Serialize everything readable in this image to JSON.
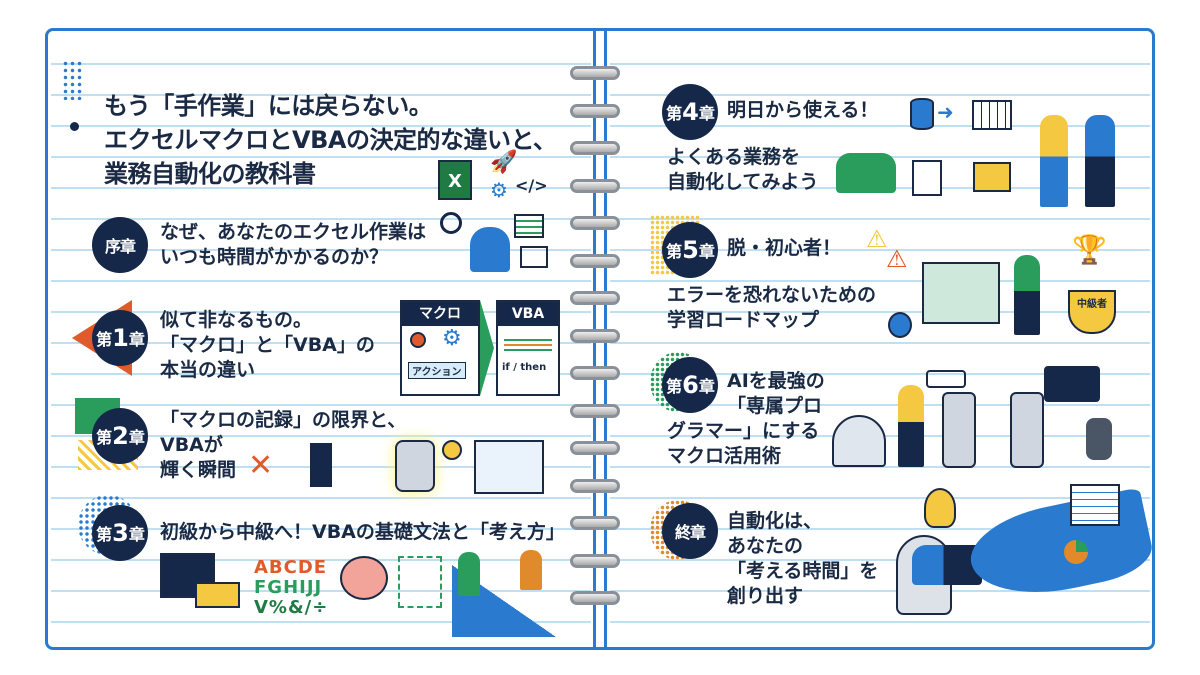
{
  "title": {
    "line1": "もう「手作業」には戻らない。",
    "line2": "エクセルマクロとVBAの決定的な違いと、",
    "line3": "業務自動化の教科書"
  },
  "title_icons": {
    "excel_letter": "X",
    "code_tag": "</>"
  },
  "chapters": [
    {
      "badge_pre": "序章",
      "badge_num": "",
      "badge_post": "",
      "lines": [
        "なぜ、あなたのエクセル作業は",
        "いつも時間がかかるのか？"
      ]
    },
    {
      "badge_pre": "第",
      "badge_num": "1",
      "badge_post": "章",
      "lines": [
        "似て非なるもの。",
        "「マクロ」と「VBA」の",
        "本当の違い"
      ]
    },
    {
      "badge_pre": "第",
      "badge_num": "2",
      "badge_post": "章",
      "lines": [
        "「マクロの記録」の限界と、",
        "VBAが",
        "輝く瞬間"
      ]
    },
    {
      "badge_pre": "第",
      "badge_num": "3",
      "badge_post": "章",
      "lines": [
        "初級から中級へ！VBAの基礎文法と「考え方」"
      ]
    },
    {
      "badge_pre": "第",
      "badge_num": "4",
      "badge_post": "章",
      "lines": [
        "明日から使える！",
        "よくある業務を",
        "自動化してみよう"
      ]
    },
    {
      "badge_pre": "第",
      "badge_num": "5",
      "badge_post": "章",
      "lines": [
        "脱・初心者！",
        "エラーを恐れないための",
        "学習ロードマップ"
      ]
    },
    {
      "badge_pre": "第",
      "badge_num": "6",
      "badge_post": "章",
      "lines": [
        "AIを最強の",
        "「専属プロ",
        "グラマー」にする",
        "マクロ活用術"
      ]
    },
    {
      "badge_pre": "終章",
      "badge_num": "",
      "badge_post": "",
      "lines": [
        "自動化は、",
        "あなたの",
        "「考える時間」を",
        "創り出す"
      ]
    }
  ],
  "illustrations": {
    "macro_box_title": "マクロ",
    "macro_action_label": "アクション",
    "vba_box_title": "VBA",
    "vba_code": "if / then",
    "letters": [
      "ABCDE",
      "FGHIJJ",
      "V%&/÷"
    ],
    "trophy_label": "中級者"
  },
  "colors": {
    "frame": "#2a7bd0",
    "badge": "#15284a",
    "rule": "#bfe0f2"
  }
}
